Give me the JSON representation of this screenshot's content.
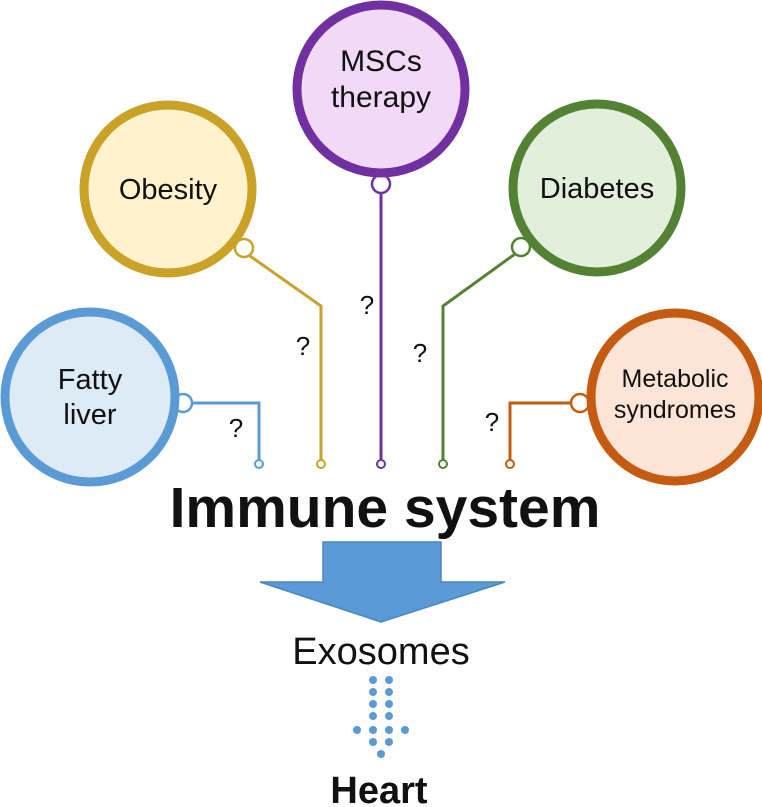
{
  "nodes": {
    "fatty_liver": {
      "line1": "Fatty",
      "line2": "liver",
      "color": "#5B9BD5",
      "fill": "#DDEBF7"
    },
    "obesity": {
      "line1": "Obesity",
      "color": "#C9A227",
      "fill": "#FFF2CC"
    },
    "mscs": {
      "line1": "MSCs",
      "line2": "therapy",
      "color": "#7030A0",
      "fill": "#F2D9F7"
    },
    "diabetes": {
      "line1": "Diabetes",
      "color": "#548235",
      "fill": "#E2EFDA"
    },
    "metabolic": {
      "line1": "Metabolic",
      "line2": "syndromes",
      "color": "#C55A11",
      "fill": "#FCE4D6"
    }
  },
  "question_mark": "?",
  "center": {
    "title": "Immune system"
  },
  "arrow_color": "#5B9BD5",
  "flow": {
    "exosomes": "Exosomes",
    "heart": "Heart"
  }
}
